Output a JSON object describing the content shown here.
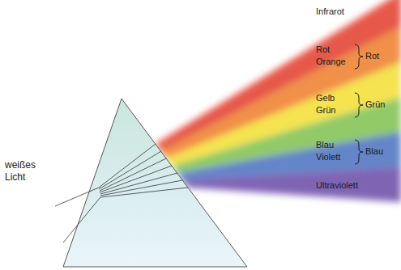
{
  "diagram": {
    "labels": [
      "Infrarot",
      "Rot",
      "Orange",
      "Rot",
      "Gelb",
      "Grün",
      "Grün",
      "Blau",
      "Violett",
      "Blau",
      "Ultraviolett",
      "weißes Licht"
    ]
  }
}
